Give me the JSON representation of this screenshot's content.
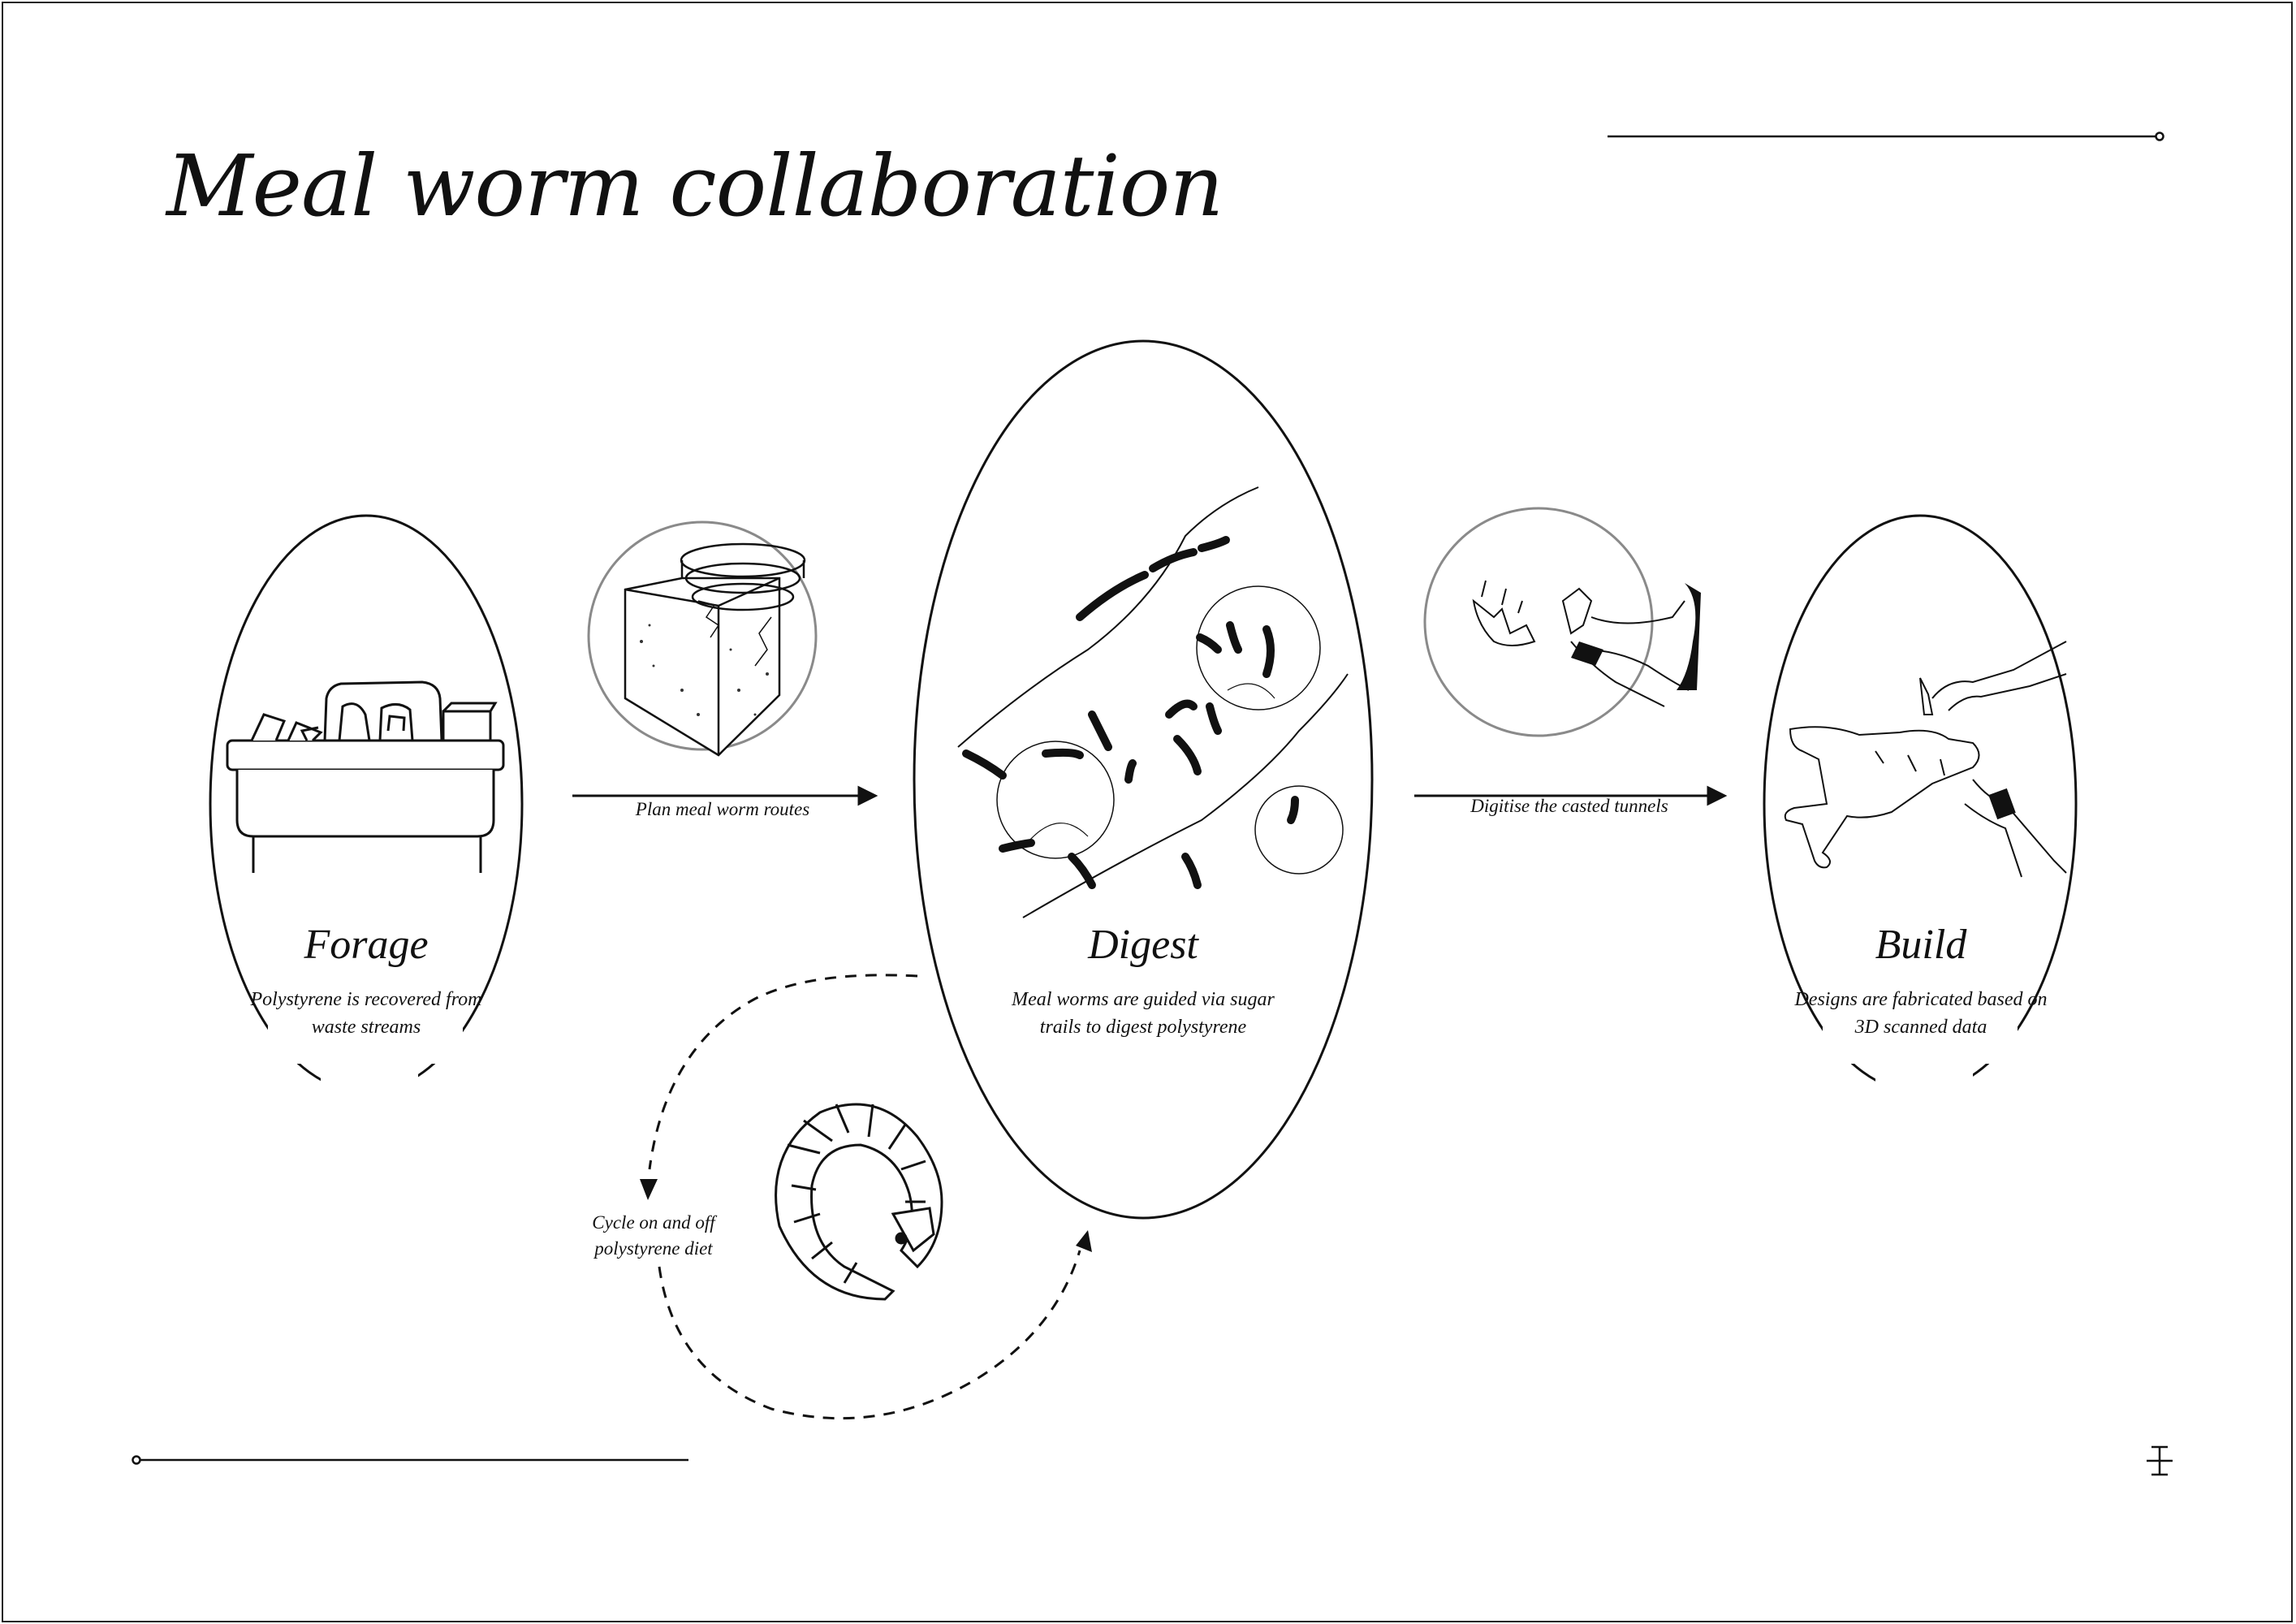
{
  "title": "Meal worm collaboration",
  "stages": [
    {
      "id": "forage",
      "title": "Forage",
      "description": "Polystyrene is recovered from waste streams"
    },
    {
      "id": "digest",
      "title": "Digest",
      "description": "Meal worms are guided via sugar trails to digest polystyrene"
    },
    {
      "id": "build",
      "title": "Build",
      "description": "Designs are fabricated based on 3D scanned data"
    }
  ],
  "transitions": [
    {
      "label": "Plan meal worm routes"
    },
    {
      "label": "Digitise the casted tunnels"
    },
    {
      "label": "Cycle on and off polystyrene diet"
    }
  ],
  "icons": [
    "waste-bin-icon",
    "route-box-icon",
    "worm-tunnel-icon",
    "scan-icon",
    "fabrication-icon",
    "curled-worm-icon",
    "cross-logo-icon"
  ]
}
